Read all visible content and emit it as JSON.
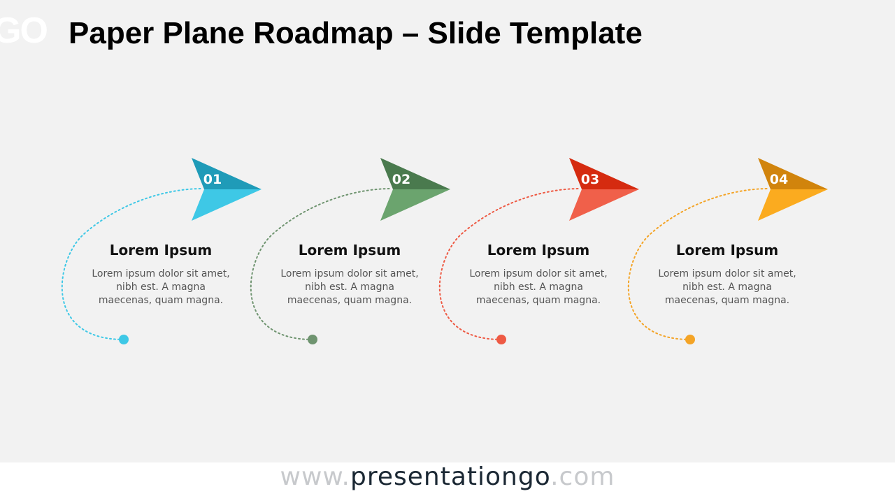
{
  "header": {
    "logo_text": "GO",
    "title": "Paper Plane Roadmap – Slide Template"
  },
  "steps": [
    {
      "number": "01",
      "heading": "Lorem Ipsum",
      "text": "Lorem ipsum dolor sit amet, nibh est. A magna maecenas, quam magna.",
      "color_dark": "#1f9bb8",
      "color_light": "#3ec8e6",
      "path_color": "#3ec8e6"
    },
    {
      "number": "02",
      "heading": "Lorem Ipsum",
      "text": "Lorem ipsum dolor sit amet, nibh est. A magna maecenas, quam magna.",
      "color_dark": "#4a7a4e",
      "color_light": "#6ba46e",
      "path_color": "#6f9470"
    },
    {
      "number": "03",
      "heading": "Lorem Ipsum",
      "text": "Lorem ipsum dolor sit amet, nibh est. A magna maecenas, quam magna.",
      "color_dark": "#d52b10",
      "color_light": "#f0604a",
      "path_color": "#ee5a44"
    },
    {
      "number": "04",
      "heading": "Lorem Ipsum",
      "text": "Lorem ipsum dolor sit amet, nibh est. A magna maecenas, quam magna.",
      "color_dark": "#d1840c",
      "color_light": "#fbab1f",
      "path_color": "#f4a426"
    }
  ],
  "footer": {
    "prefix": "www.",
    "domain": "presentationgo",
    "suffix": ".com"
  }
}
